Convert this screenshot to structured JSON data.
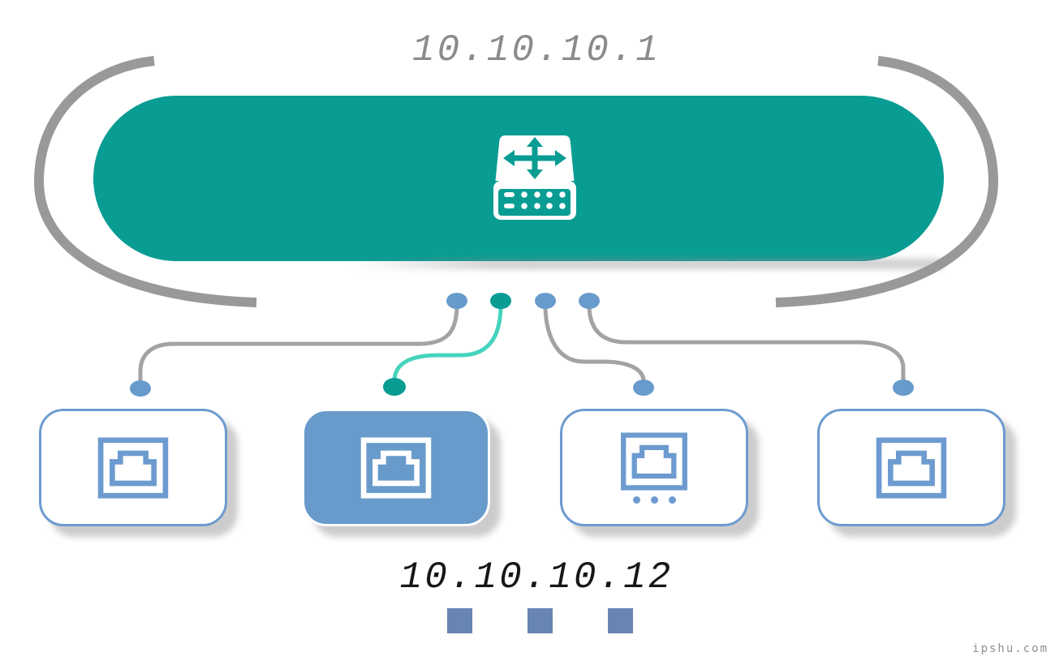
{
  "router": {
    "ip": "10.10.10.1",
    "icon": "network-switch-icon"
  },
  "host": {
    "ip": "10.10.10.12"
  },
  "watermark": {
    "text": "ipshu.com"
  },
  "colors": {
    "teal": "#089c93",
    "teal_line": "#45d3bd",
    "blue": "#689bcb",
    "blue_border": "#6d9bd0",
    "square_blue": "#6884b3",
    "line_gray": "#a3a3a3",
    "bracket_gray": "#999999",
    "title_gray": "#8b8b8b",
    "ip_text": "#171717",
    "watermark_gray": "#8e8e8e"
  },
  "ports": [
    {
      "id": 1,
      "state": "normal",
      "dot": "blue",
      "line": "gray"
    },
    {
      "id": 2,
      "state": "active",
      "dot": "teal",
      "line": "teal"
    },
    {
      "id": 3,
      "state": "normal",
      "dot": "blue",
      "line": "gray"
    },
    {
      "id": 4,
      "state": "normal",
      "dot": "blue",
      "line": "gray"
    }
  ],
  "devices": [
    {
      "id": 1,
      "type": "ethernet-client",
      "highlighted": false
    },
    {
      "id": 2,
      "type": "ethernet-client",
      "highlighted": true
    },
    {
      "id": 3,
      "type": "ethernet-client",
      "highlighted": false,
      "more_indicator": true
    },
    {
      "id": 4,
      "type": "ethernet-client",
      "highlighted": false
    }
  ],
  "more_devices_squares": 3
}
